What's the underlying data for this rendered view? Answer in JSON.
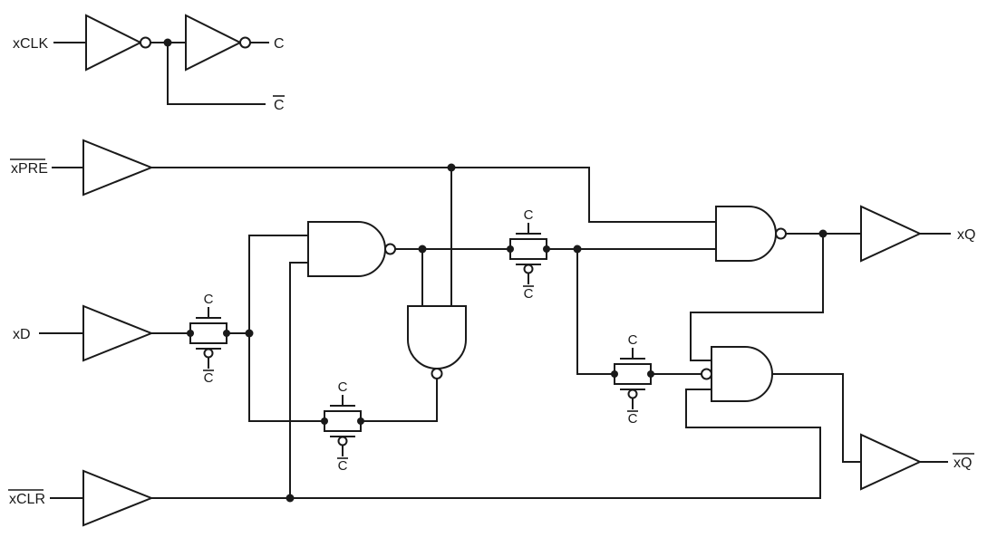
{
  "colors": {
    "line": "#1a1a1a",
    "background": "#ffffff"
  },
  "signals": {
    "xclk": {
      "text": "xCLK",
      "overline": false
    },
    "c": {
      "text": "C",
      "overline": false
    },
    "c_bar": {
      "text": "C",
      "overline": true
    },
    "xpre": {
      "text": "xPRE",
      "overline": true
    },
    "xd": {
      "text": "xD",
      "overline": false
    },
    "xclr": {
      "text": "xCLR",
      "overline": true
    },
    "xq": {
      "text": "xQ",
      "overline": false
    },
    "xq_bar": {
      "text": "xQ",
      "overline": true
    }
  },
  "transmission_gates": [
    {
      "name": "tg-data-input",
      "top": {
        "text": "C"
      },
      "bottom": {
        "text": "C",
        "overline": true
      }
    },
    {
      "name": "tg-master-to-slave",
      "top": {
        "text": "C"
      },
      "bottom": {
        "text": "C",
        "overline": true
      }
    },
    {
      "name": "tg-slave",
      "top": {
        "text": "C"
      },
      "bottom": {
        "text": "C",
        "overline": true
      }
    },
    {
      "name": "tg-master-feedback",
      "top": {
        "text": "C"
      },
      "bottom": {
        "text": "C",
        "overline": true
      }
    }
  ]
}
